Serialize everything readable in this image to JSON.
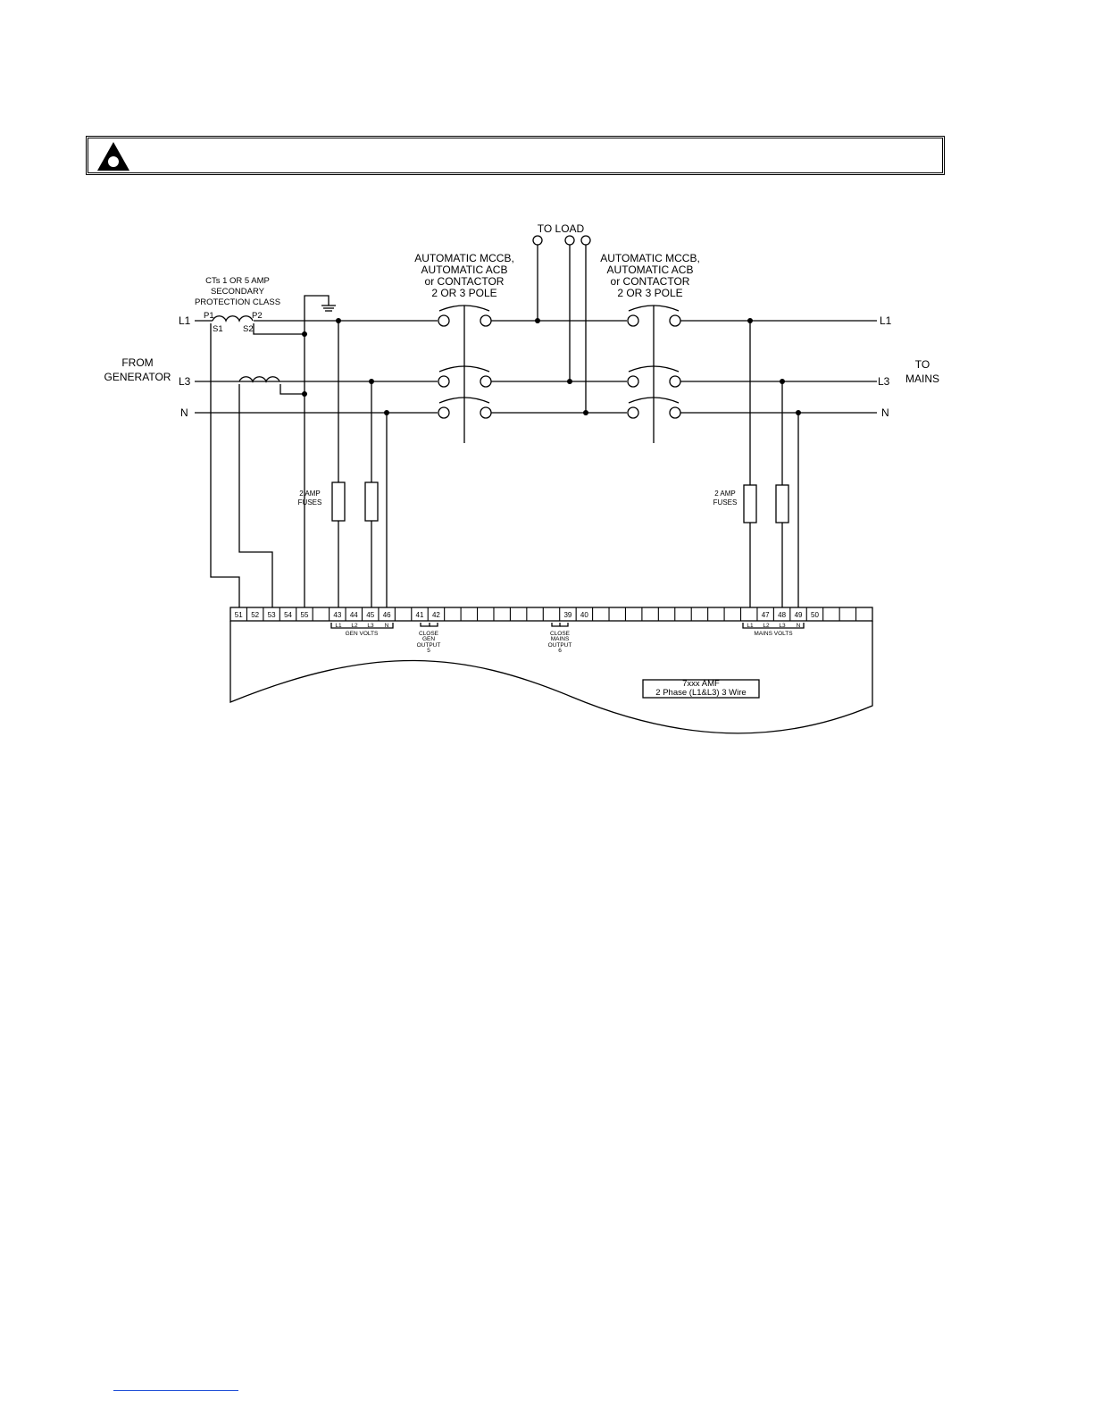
{
  "diagram": {
    "to_load": "TO LOAD",
    "breaker_label": [
      "AUTOMATIC MCCB,",
      "AUTOMATIC ACB",
      "or CONTACTOR",
      "2 OR 3 POLE"
    ],
    "ct_label": [
      "CTs 1 OR 5 AMP",
      "SECONDARY",
      "PROTECTION CLASS"
    ],
    "ct_terminals": {
      "p1": "P1",
      "p2": "P2",
      "s1": "S1",
      "s2": "S2"
    },
    "source": [
      "FROM",
      "GENERATOR"
    ],
    "destination": [
      "TO",
      "MAINS"
    ],
    "lines": [
      "L1",
      "L3",
      "N"
    ],
    "fuses_label": [
      "2 AMP",
      "FUSES"
    ],
    "terminals": [
      "51",
      "52",
      "53",
      "54",
      "55",
      "",
      "43",
      "44",
      "45",
      "46",
      "",
      "41",
      "42",
      "",
      "",
      "",
      "",
      "",
      "",
      "",
      "39",
      "40",
      "",
      "",
      "",
      "",
      "",
      "",
      "",
      "",
      "",
      "",
      "47",
      "48",
      "49",
      "50",
      "",
      "",
      ""
    ],
    "volt_phases": [
      "L1",
      "L2",
      "L3",
      "N"
    ],
    "gen_volts": "GEN VOLTS",
    "mains_volts": "MAINS VOLTS",
    "output5": [
      "CLOSE",
      "GEN",
      "OUTPUT",
      "5"
    ],
    "output6": [
      "CLOSE",
      "MAINS",
      "OUTPUT",
      "6"
    ],
    "model": [
      "7xxx AMF",
      "2 Phase (L1&L3) 3 Wire"
    ]
  }
}
